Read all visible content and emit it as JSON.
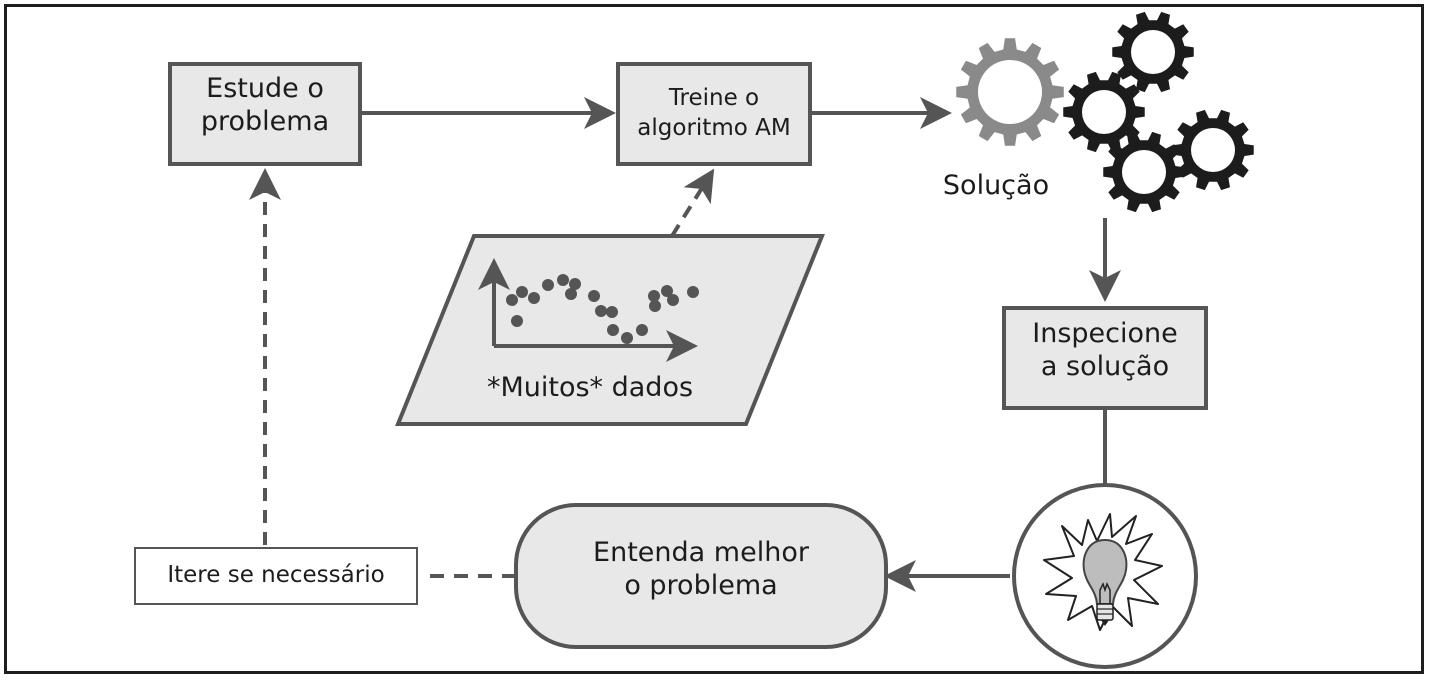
{
  "nodes": {
    "study": {
      "line1": "Estude o",
      "line2": "problema"
    },
    "train": {
      "line1": "Treine o",
      "line2": "algoritmo AM"
    },
    "solution": {
      "label": "Solução"
    },
    "inspect": {
      "line1": "Inspecione",
      "line2": "a solução"
    },
    "understand": {
      "line1": "Entenda melhor",
      "line2": "o problema"
    },
    "iterate": {
      "label": "Itere se necessário"
    },
    "data": {
      "label": "*Muitos* dados"
    }
  },
  "icons": {
    "gears": "gears-icon",
    "lightbulb": "lightbulb-icon",
    "scatter": "scatter-plot-icon"
  },
  "colors": {
    "box_fill": "#e8e8e8",
    "stroke": "#555555",
    "gear_light": "#8a8a8a",
    "gear_dark": "#1c1c1c"
  }
}
